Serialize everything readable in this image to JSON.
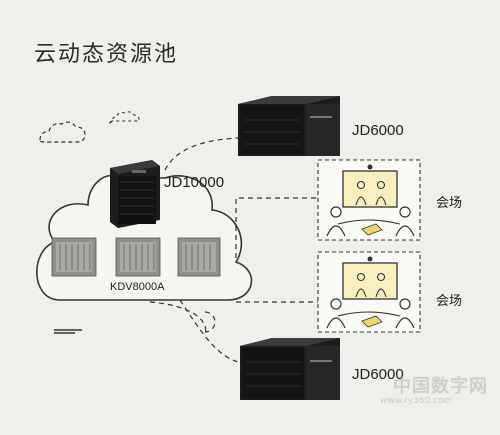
{
  "title": "云动态资源池",
  "labels": {
    "jd10000": "JD10000",
    "kdv8000a": "KDV8000A",
    "jd6000_top": "JD6000",
    "jd6000_bottom": "JD6000",
    "venue_1": "会场",
    "venue_2": "会场"
  },
  "watermark": {
    "text": "中国数字网",
    "url": "www.ry360.com"
  },
  "colors": {
    "background": "#f1efeb",
    "outline": "#333333",
    "server_dark": "#1c1c1c",
    "mcu_gray": "#8f918c",
    "screen_yellow": "#f5f0bd"
  }
}
